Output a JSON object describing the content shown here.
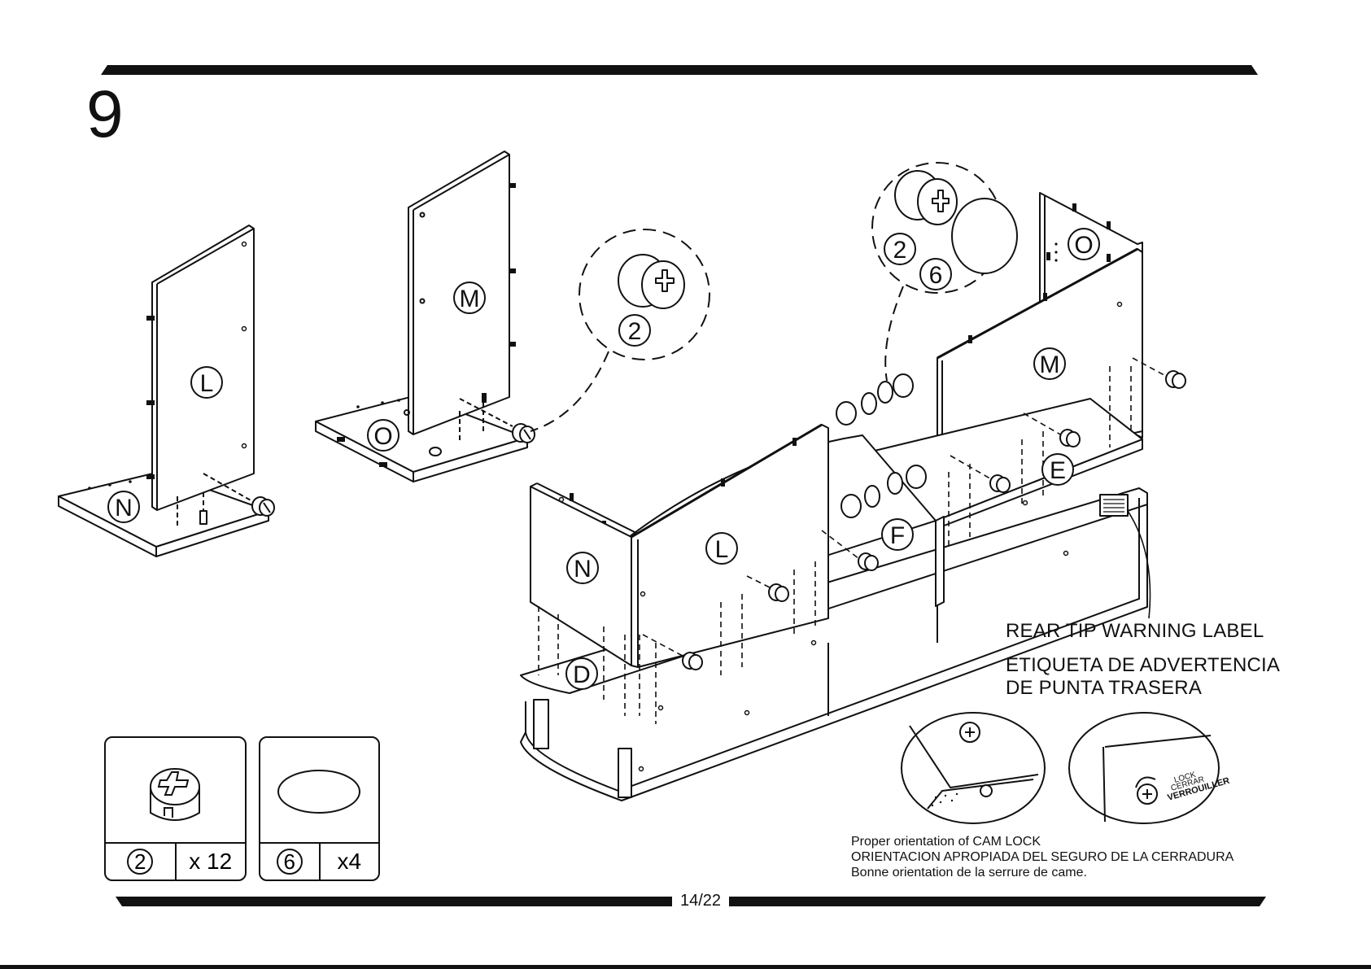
{
  "step": {
    "number": "9"
  },
  "panels": {
    "left_base": "N",
    "left_upright": "L",
    "mid_base": "O",
    "mid_upright": "M",
    "asm_top_back": "O",
    "asm_right_panel": "M",
    "asm_left_panel": "L",
    "asm_end_panel": "N",
    "asm_shelf_e": "E",
    "asm_shelf_f": "F",
    "asm_bottom_d": "D"
  },
  "callouts": {
    "cam_detail_1": "2",
    "cam_detail_2": "2",
    "washer_detail": "6"
  },
  "warning_label": {
    "en": "REAR TIP WARNING LABEL",
    "es_line1": "ETIQUETA DE ADVERTENCIA",
    "es_line2": "DE PUNTA TRASERA"
  },
  "cam_lock": {
    "en": "Proper orientation of CAM LOCK",
    "es": "ORIENTACION APROPIADA DEL SEGURO DE LA CERRADURA",
    "fr": "Bonne orientation de la serrure de came.",
    "badge_lines": [
      "LOCK",
      "CERRAR",
      "VERROUILLER"
    ]
  },
  "parts": [
    {
      "id": "2",
      "qty": "x 12",
      "icon": "cam-lock-icon"
    },
    {
      "id": "6",
      "qty": "x4",
      "icon": "washer-icon"
    }
  ],
  "footer": {
    "page": "14/22"
  }
}
